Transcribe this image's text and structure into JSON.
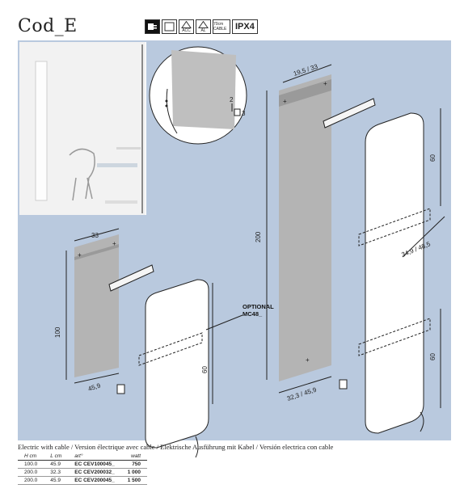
{
  "title": "Cod_E",
  "icons": [
    {
      "name": "plug-icon",
      "label": ""
    },
    {
      "name": "class-ii-icon",
      "label": ""
    },
    {
      "name": "acc-warning-icon",
      "label": "ACC"
    },
    {
      "name": "al-warning-icon",
      "label": "AL"
    },
    {
      "name": "cable-length-icon",
      "label": "70cm CABLE"
    }
  ],
  "ip_rating": "IPX4",
  "detail": {
    "dim_a": "2",
    "dim_b": "3"
  },
  "small_model": {
    "width_top": "33",
    "height": "100",
    "width_bottom": "45,9",
    "lower_dim": "60",
    "optional_line1": "OPTIONAL",
    "optional_line2": "MC48_"
  },
  "large_model": {
    "width_top": "19,5 / 33",
    "height": "200",
    "width_bottom": "32,3 / 45,9",
    "upper_dim": "60",
    "mid_dim": "34,9 / 48,5",
    "lower_dim": "60"
  },
  "caption": "Electric with cable / Version électrique avec cable / Elektrische Ausführung mit Kabel / Versión electrica con cable",
  "table": {
    "headers": [
      "H cm",
      "L cm",
      "art°",
      "watt"
    ],
    "rows": [
      [
        "100.0",
        "45.9",
        "EC CEV100045_",
        "750"
      ],
      [
        "200.0",
        "32.3",
        "EC CEV200032_",
        "1 000"
      ],
      [
        "200.0",
        "45.9",
        "EC CEV200045_",
        "1 500"
      ]
    ]
  }
}
